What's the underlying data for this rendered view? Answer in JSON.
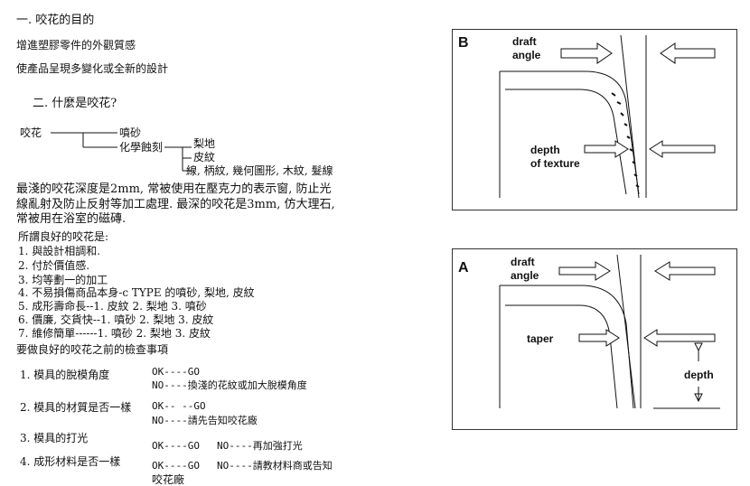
{
  "section1": {
    "heading": "一.  咬花的目的",
    "line1": "增進塑膠零件的外觀質感",
    "line2": "使產品呈現多變化或全新的設計"
  },
  "section2": {
    "heading": "二.  什麼是咬花?",
    "tree": {
      "root": "咬花",
      "child1": "噴砂",
      "child2": "化學蝕刻",
      "leaf1": "梨地",
      "leaf2": "皮紋",
      "leaf3": "線, 柄紋, 幾何圖形, 木紋, 髮線"
    },
    "para1": "最淺的咬花深度是2mm, 常被使用在壓克力的表示窗, 防止光",
    "para2": "線亂射及防止反射等加工處理. 最深的咬花是3mm, 仿大理石,",
    "para3": "常被用在浴室的磁磚."
  },
  "goodlist": {
    "heading": "所謂良好的咬花是:",
    "items": [
      "1. 與設計相調和.",
      "2. 付於價值感.",
      "3. 均等劃一的加工",
      "4. 不易損傷商品本身-c  TYPE  的噴砂, 梨地, 皮紋",
      "5. 成形壽命長--1. 皮紋  2. 梨地  3. 噴砂",
      "6. 價廉, 交貨快--1. 噴砂  2. 梨地  3. 皮紋",
      "7. 維修簡單------1. 噴砂  2. 梨地  3. 皮紋"
    ]
  },
  "checks": {
    "heading": "要做良好的咬花之前的檢查事項",
    "items": [
      {
        "label": "1.  模具的脫模角度",
        "ok": "OK----GO",
        "no": "NO----換淺的花紋或加大脫模角度"
      },
      {
        "label": "2.  模具的材質是否一樣",
        "ok": "OK-- --GO",
        "no": "NO----請先告知咬花廠"
      },
      {
        "label": "3.  模具的打光",
        "ok": "OK----GO",
        "no": "NO----再加強打光"
      },
      {
        "label": "4. 成形材料是否一樣",
        "ok": "OK----GO",
        "no": "NO----請教材料商或告知",
        "no2": "咬花廠"
      }
    ]
  },
  "panelB": {
    "letter": "B",
    "draft1": "draft",
    "draft2": "angle",
    "depth1": "depth",
    "depth2": "of texture"
  },
  "panelA": {
    "letter": "A",
    "draft1": "draft",
    "draft2": "angle",
    "taper": "taper",
    "depth": "depth"
  }
}
